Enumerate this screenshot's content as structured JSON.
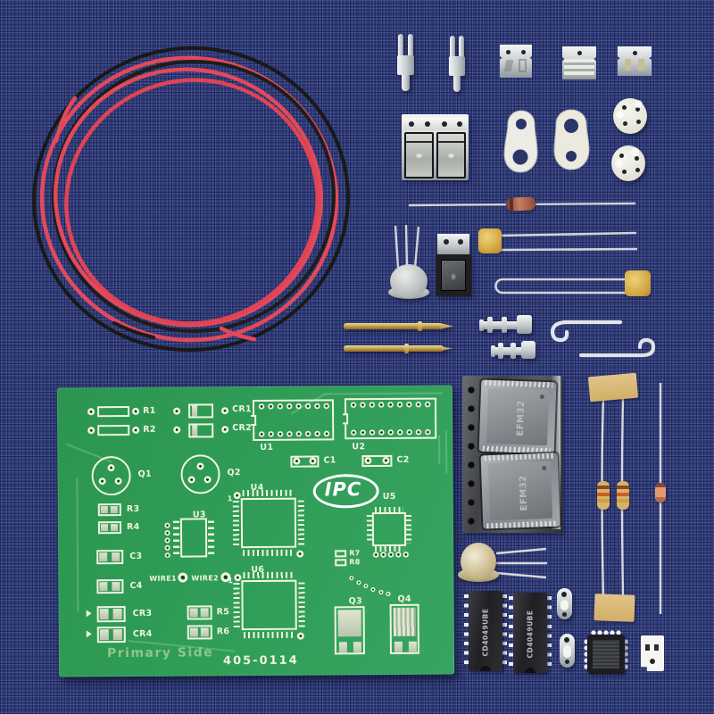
{
  "colors": {
    "fabric_blue": "#2d3876",
    "pcb_green": "#2f9c57",
    "silkscreen": "#f0f5df",
    "wire_red": "#e2495a",
    "wire_black": "#1a1a1a",
    "masking_tape": "#d9ba79",
    "metal": "#d6d9dc",
    "ic_black": "#26262a",
    "gold_can": "#cfc093",
    "brass_pin": "#c29a45"
  },
  "pcb": {
    "logo": "IPC",
    "side_text": "Primary Side",
    "part_number": "405-0114",
    "pin1": "1",
    "labels": {
      "r1": "R1",
      "r2": "R2",
      "cr1": "CR1",
      "cr2": "CR2",
      "u1": "U1",
      "u2": "U2",
      "c1": "C1",
      "c2": "C2",
      "q1": "Q1",
      "q2": "Q2",
      "u3": "U3",
      "u4": "U4",
      "u5": "U5",
      "u6": "U6",
      "r3": "R3",
      "r4": "R4",
      "c3": "C3",
      "c4": "C4",
      "cr3": "CR3",
      "cr4": "CR4",
      "wire1": "WIRE1",
      "wire2": "WIRE2",
      "r5": "R5",
      "r6": "R6",
      "r7": "R7",
      "r8": "R8",
      "q3": "Q3",
      "q4": "Q4"
    }
  },
  "chips": {
    "qfp_marking": "EFM32",
    "dip_marking": "CD4049UBE"
  }
}
